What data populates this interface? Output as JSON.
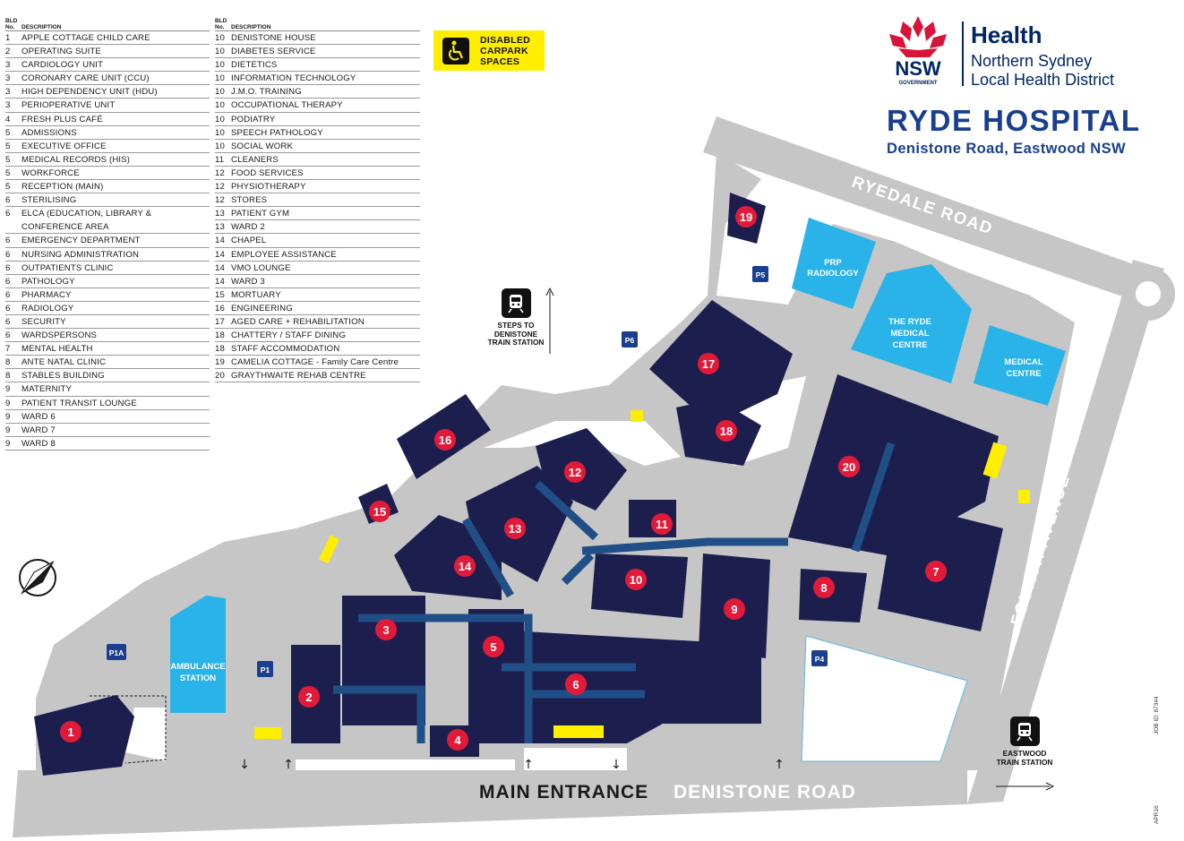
{
  "legend": {
    "col_no_header": "BLD\nNo.",
    "col_desc_header": "DESCRIPTION",
    "left": [
      {
        "no": "1",
        "desc": "APPLE COTTAGE CHILD CARE"
      },
      {
        "no": "2",
        "desc": "OPERATING SUITE"
      },
      {
        "no": "3",
        "desc": "CARDIOLOGY UNIT"
      },
      {
        "no": "3",
        "desc": "CORONARY CARE UNIT (CCU)"
      },
      {
        "no": "3",
        "desc": "HIGH DEPENDENCY UNIT (HDU)"
      },
      {
        "no": "3",
        "desc": "PERIOPERATIVE UNIT"
      },
      {
        "no": "4",
        "desc": "FRESH PLUS CAFÉ"
      },
      {
        "no": "5",
        "desc": "ADMISSIONS"
      },
      {
        "no": "5",
        "desc": "EXECUTIVE OFFICE"
      },
      {
        "no": "5",
        "desc": "MEDICAL RECORDS (HIS)"
      },
      {
        "no": "5",
        "desc": "WORKFORCE"
      },
      {
        "no": "5",
        "desc": "RECEPTION (MAIN)"
      },
      {
        "no": "6",
        "desc": "STERILISING"
      },
      {
        "no": "6",
        "desc": "ELCA (EDUCATION, LIBRARY & CONFERENCE AREA"
      },
      {
        "no": "6",
        "desc": "EMERGENCY DEPARTMENT"
      },
      {
        "no": "6",
        "desc": "NURSING ADMINISTRATION"
      },
      {
        "no": "6",
        "desc": "OUTPATIENTS CLINIC"
      },
      {
        "no": "6",
        "desc": "PATHOLOGY"
      },
      {
        "no": "6",
        "desc": "PHARMACY"
      },
      {
        "no": "6",
        "desc": "RADIOLOGY"
      },
      {
        "no": "6",
        "desc": "SECURITY"
      },
      {
        "no": "6",
        "desc": "WARDSPERSONS"
      },
      {
        "no": "7",
        "desc": "MENTAL HEALTH"
      },
      {
        "no": "8",
        "desc": "ANTE NATAL CLINIC"
      },
      {
        "no": "8",
        "desc": "STABLES BUILDING"
      },
      {
        "no": "9",
        "desc": "MATERNITY"
      },
      {
        "no": "9",
        "desc": "PATIENT TRANSIT LOUNGE"
      },
      {
        "no": "9",
        "desc": "WARD 6"
      },
      {
        "no": "9",
        "desc": "WARD 7"
      },
      {
        "no": "9",
        "desc": "WARD 8"
      }
    ],
    "right": [
      {
        "no": "10",
        "desc": "DENISTONE HOUSE"
      },
      {
        "no": "10",
        "desc": "DIABETES SERVICE"
      },
      {
        "no": "10",
        "desc": "DIETETICS"
      },
      {
        "no": "10",
        "desc": "INFORMATION TECHNOLOGY"
      },
      {
        "no": "10",
        "desc": "J.M.O. TRAINING"
      },
      {
        "no": "10",
        "desc": "OCCUPATIONAL THERAPY"
      },
      {
        "no": "10",
        "desc": "PODIATRY"
      },
      {
        "no": "10",
        "desc": "SPEECH PATHOLOGY"
      },
      {
        "no": "10",
        "desc": "SOCIAL WORK"
      },
      {
        "no": "11",
        "desc": "CLEANERS"
      },
      {
        "no": "12",
        "desc": "FOOD SERVICES"
      },
      {
        "no": "12",
        "desc": "PHYSIOTHERAPY"
      },
      {
        "no": "12",
        "desc": "STORES"
      },
      {
        "no": "13",
        "desc": "PATIENT GYM"
      },
      {
        "no": "13",
        "desc": "WARD 2"
      },
      {
        "no": "14",
        "desc": "CHAPEL"
      },
      {
        "no": "14",
        "desc": "EMPLOYEE ASSISTANCE"
      },
      {
        "no": "14",
        "desc": "VMO LOUNGE"
      },
      {
        "no": "14",
        "desc": "WARD 3"
      },
      {
        "no": "15",
        "desc": "MORTUARY"
      },
      {
        "no": "16",
        "desc": "ENGINEERING"
      },
      {
        "no": "17",
        "desc": "AGED CARE + REHABILITATION"
      },
      {
        "no": "18",
        "desc": "CHATTERY / STAFF DINING"
      },
      {
        "no": "18",
        "desc": "STAFF ACCOMMODATION"
      },
      {
        "no": "19",
        "desc": "CAMELIA COTTAGE - Family Care Centre"
      },
      {
        "no": "20",
        "desc": "GRAYTHWAITE REHAB CENTRE"
      }
    ]
  },
  "disabled_badge": {
    "line1": "DISABLED",
    "line2": "CARPARK",
    "line3": "SPACES"
  },
  "logo": {
    "nsw": "NSW",
    "government": "GOVERNMENT",
    "health": "Health",
    "district1": "Northern Sydney",
    "district2": "Local Health District"
  },
  "title": "RYDE HOSPITAL",
  "subtitle": "Denistone Road, Eastwood NSW",
  "roads": {
    "ryedale": "RYEDALE ROAD",
    "fourth": "FOURTH AVENUE",
    "main_entrance": "MAIN ENTRANCE",
    "denistone": "DENISTONE ROAD"
  },
  "blocks": {
    "prp": "PRP\nRADIOLOGY",
    "ryde_medical": "THE RYDE\nMEDICAL\nCENTRE",
    "medical_centre": "MEDICAL\nCENTRE",
    "ambulance": "AMBULANCE\nSTATION"
  },
  "parking": [
    "P1A",
    "P1",
    "P4",
    "P5",
    "P6"
  ],
  "train": {
    "steps1": "STEPS TO",
    "steps2": "DENISTONE",
    "steps3": "TRAIN STATION",
    "eastwood1": "EASTWOOD",
    "eastwood2": "TRAIN STATION"
  },
  "building_numbers": [
    "1",
    "2",
    "3",
    "4",
    "5",
    "6",
    "7",
    "8",
    "9",
    "10",
    "11",
    "12",
    "13",
    "14",
    "15",
    "16",
    "17",
    "18",
    "19",
    "20"
  ],
  "job": {
    "id": "JOB ID: 87344",
    "date": "APR16"
  },
  "colors": {
    "navy": "#1c1f4d",
    "corridor": "#1f4f86",
    "road": "#c6c6c6",
    "marker": "#e21a3a",
    "cyan": "#29b3e8",
    "yellow": "#ffee00",
    "title_blue": "#1a3f8f"
  }
}
